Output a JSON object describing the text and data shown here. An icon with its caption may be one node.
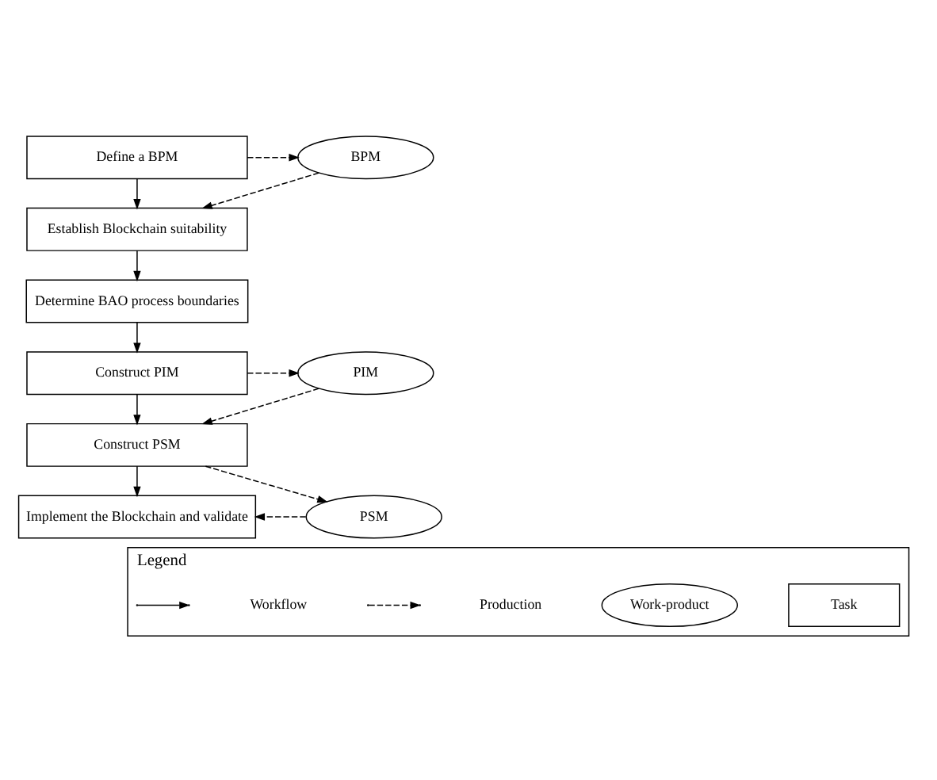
{
  "diagram": {
    "nodes": [
      {
        "text": [
          "Define a BPM"
        ]
      },
      {
        "text": [
          "Establish Blockchain suitability"
        ]
      },
      {
        "text": [
          "Determine BAO process boundaries"
        ]
      },
      {
        "text": [
          "Construct PIM"
        ]
      },
      {
        "text": [
          "Construct PSM"
        ]
      },
      {
        "text": [
          "Implement the Blockchain and validate"
        ]
      },
      {
        "text": [
          "BPM"
        ]
      },
      {
        "text": [
          "PIM"
        ]
      },
      {
        "text": [
          "PSM"
        ]
      },
      {
        "text": [
          "Legend"
        ]
      },
      {
        "text": [
          "Work-product"
        ],
        "in": 9
      },
      {
        "text": [
          "Task"
        ],
        "in": 9
      }
    ],
    "edges": [
      {
        "from": 0,
        "to": 1,
        "arrow": "to"
      },
      {
        "from": 1,
        "to": 2,
        "arrow": "to"
      },
      {
        "from": 2,
        "to": 3,
        "arrow": "to"
      },
      {
        "from": 3,
        "to": 4,
        "arrow": "to"
      },
      {
        "from": 4,
        "to": 5,
        "arrow": "to"
      },
      {
        "from": 0,
        "to": 6,
        "arrow": "to",
        "style": "dashed"
      },
      {
        "from": 6,
        "to": 1,
        "arrow": "to",
        "style": "dashed"
      },
      {
        "from": 3,
        "to": 7,
        "arrow": "to",
        "style": "dashed"
      },
      {
        "from": 7,
        "to": 4,
        "arrow": "to",
        "style": "dashed"
      },
      {
        "from": 4,
        "to": 8,
        "arrow": "to",
        "style": "dashed"
      },
      {
        "from": 8,
        "to": 5,
        "arrow": "to",
        "style": "dashed"
      }
    ],
    "legend": [
      {
        "text": "Workflow"
      },
      {
        "text": "Production"
      }
    ]
  }
}
